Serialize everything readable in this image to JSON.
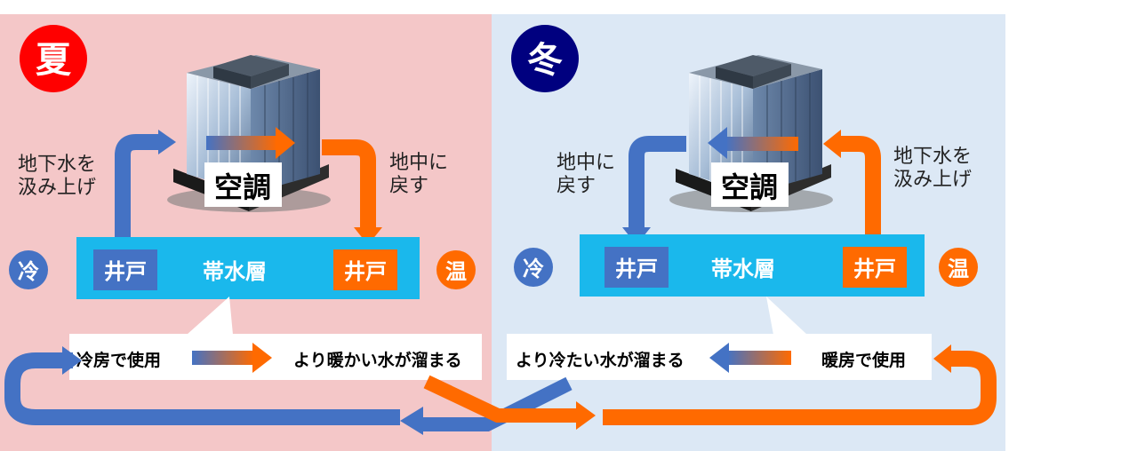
{
  "summer": {
    "badge": "夏",
    "pump_label": [
      "地下水を",
      "汲み上げ"
    ],
    "return_label": [
      "地中に",
      "戻す"
    ],
    "ac_label": "空調",
    "cold_badge": "冷",
    "warm_badge": "温",
    "well_left": "井戸",
    "well_right": "井戸",
    "aquifer": "帯水層",
    "usage": "冷房で使用",
    "result": "より暖かい水が溜まる"
  },
  "winter": {
    "badge": "冬",
    "return_label": [
      "地中に",
      "戻す"
    ],
    "pump_label": [
      "地下水を",
      "汲み上げ"
    ],
    "ac_label": "空調",
    "cold_badge": "冷",
    "warm_badge": "温",
    "well_left": "井戸",
    "well_right": "井戸",
    "aquifer": "帯水層",
    "usage": "暖房で使用",
    "result": "より冷たい水が溜まる"
  },
  "colors": {
    "summer_bg": "#f4c7c8",
    "winter_bg": "#dce8f5",
    "aquifer": "#1ab8ec",
    "cold_blue": "#4472c4",
    "warm_orange": "#ff6a00",
    "summer_badge": "#ff0000",
    "winter_badge": "#00007f",
    "cold_badge": "#4472c4",
    "warm_badge": "#ff6a00"
  }
}
